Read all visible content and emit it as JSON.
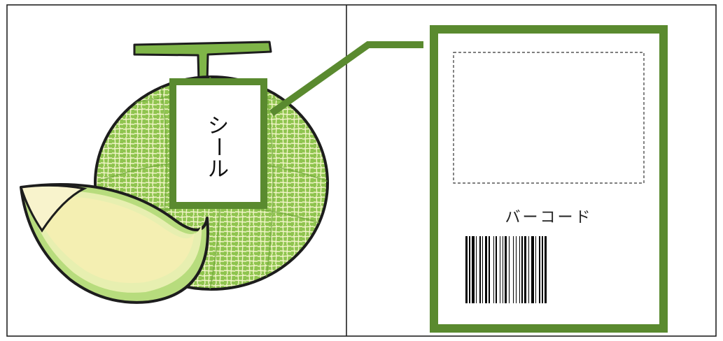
{
  "sticker_label": [
    "シ",
    "ー",
    "ル"
  ],
  "barcode_label": "バーコード",
  "colors": {
    "frame_green": "#5a8a2f",
    "melon_light": "#8fc44f",
    "melon_dark": "#6aa536",
    "flesh": "#f4efb2",
    "rind": "#9fcf5e",
    "grid": "#222222"
  }
}
